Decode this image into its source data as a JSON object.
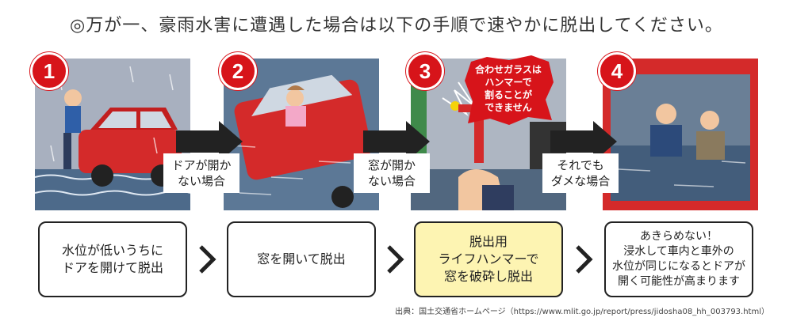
{
  "title": "◎万が一、豪雨水害に遭遇した場合は以下の手順で速やかに脱出してください。",
  "steps": [
    {
      "number": "1",
      "box_text": "水位が低いうちに\nドアを開けて脱出"
    },
    {
      "number": "2",
      "box_text": "窓を開いて脱出"
    },
    {
      "number": "3",
      "box_text": "脱出用\nライフハンマーで\n窓を破砕し脱出"
    },
    {
      "number": "4",
      "box_text": "あきらめない！\n浸水して車内と車外の\n水位が同じになるとドアが\n開く可能性が高まります"
    }
  ],
  "conditions": [
    "ドアが開か\nない場合",
    "窓が開か\nない場合",
    "それでも\nダメな場合"
  ],
  "warning": "合わせガラスは\nハンマーで\n割ることが\nできません",
  "source": "出典：国土交通省ホームページ（https://www.mlit.go.jp/report/press/jidosha08_hh_003793.html）",
  "colors": {
    "badge": "#d7141a",
    "highlight": "#fdf4b2",
    "arrow": "#222222",
    "warning": "#d7141a"
  }
}
